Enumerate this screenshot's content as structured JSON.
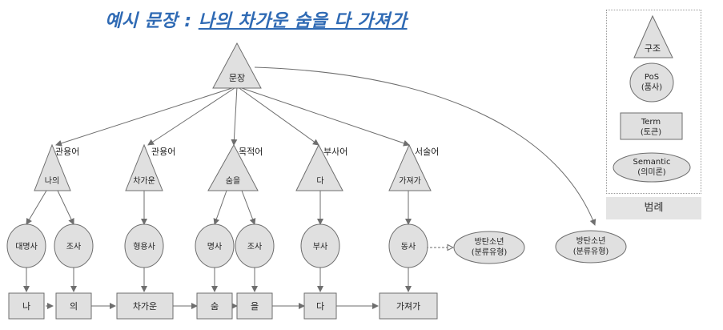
{
  "title": {
    "prefix": "예시 문장 : ",
    "sentence": "나의 차가운 숨을 다 가져가"
  },
  "root": {
    "label": "문장"
  },
  "phrases": [
    {
      "role": "관용어",
      "label": "나의"
    },
    {
      "role": "관용어",
      "label": "차가운"
    },
    {
      "role": "목적어",
      "label": "숨을"
    },
    {
      "role": "부사어",
      "label": "다"
    },
    {
      "role": "서술어",
      "label": "가져가"
    }
  ],
  "pos": [
    "대명사",
    "조사",
    "형용사",
    "명사",
    "조사",
    "부사",
    "동사"
  ],
  "tokens": [
    "나",
    "의",
    "차가운",
    "숨",
    "을",
    "다",
    "가져가"
  ],
  "semantics": [
    {
      "line1": "방탄소년",
      "line2": "(분류유형)"
    },
    {
      "line1": "방탄소년",
      "line2": "(분류유형)"
    }
  ],
  "legend": {
    "structure": "구조",
    "pos": {
      "line1": "PoS",
      "line2": "(품사)"
    },
    "term": {
      "line1": "Term",
      "line2": "(토큰)"
    },
    "semantic": {
      "line1": "Semantic",
      "line2": "(의미론)"
    },
    "caption": "범례"
  }
}
